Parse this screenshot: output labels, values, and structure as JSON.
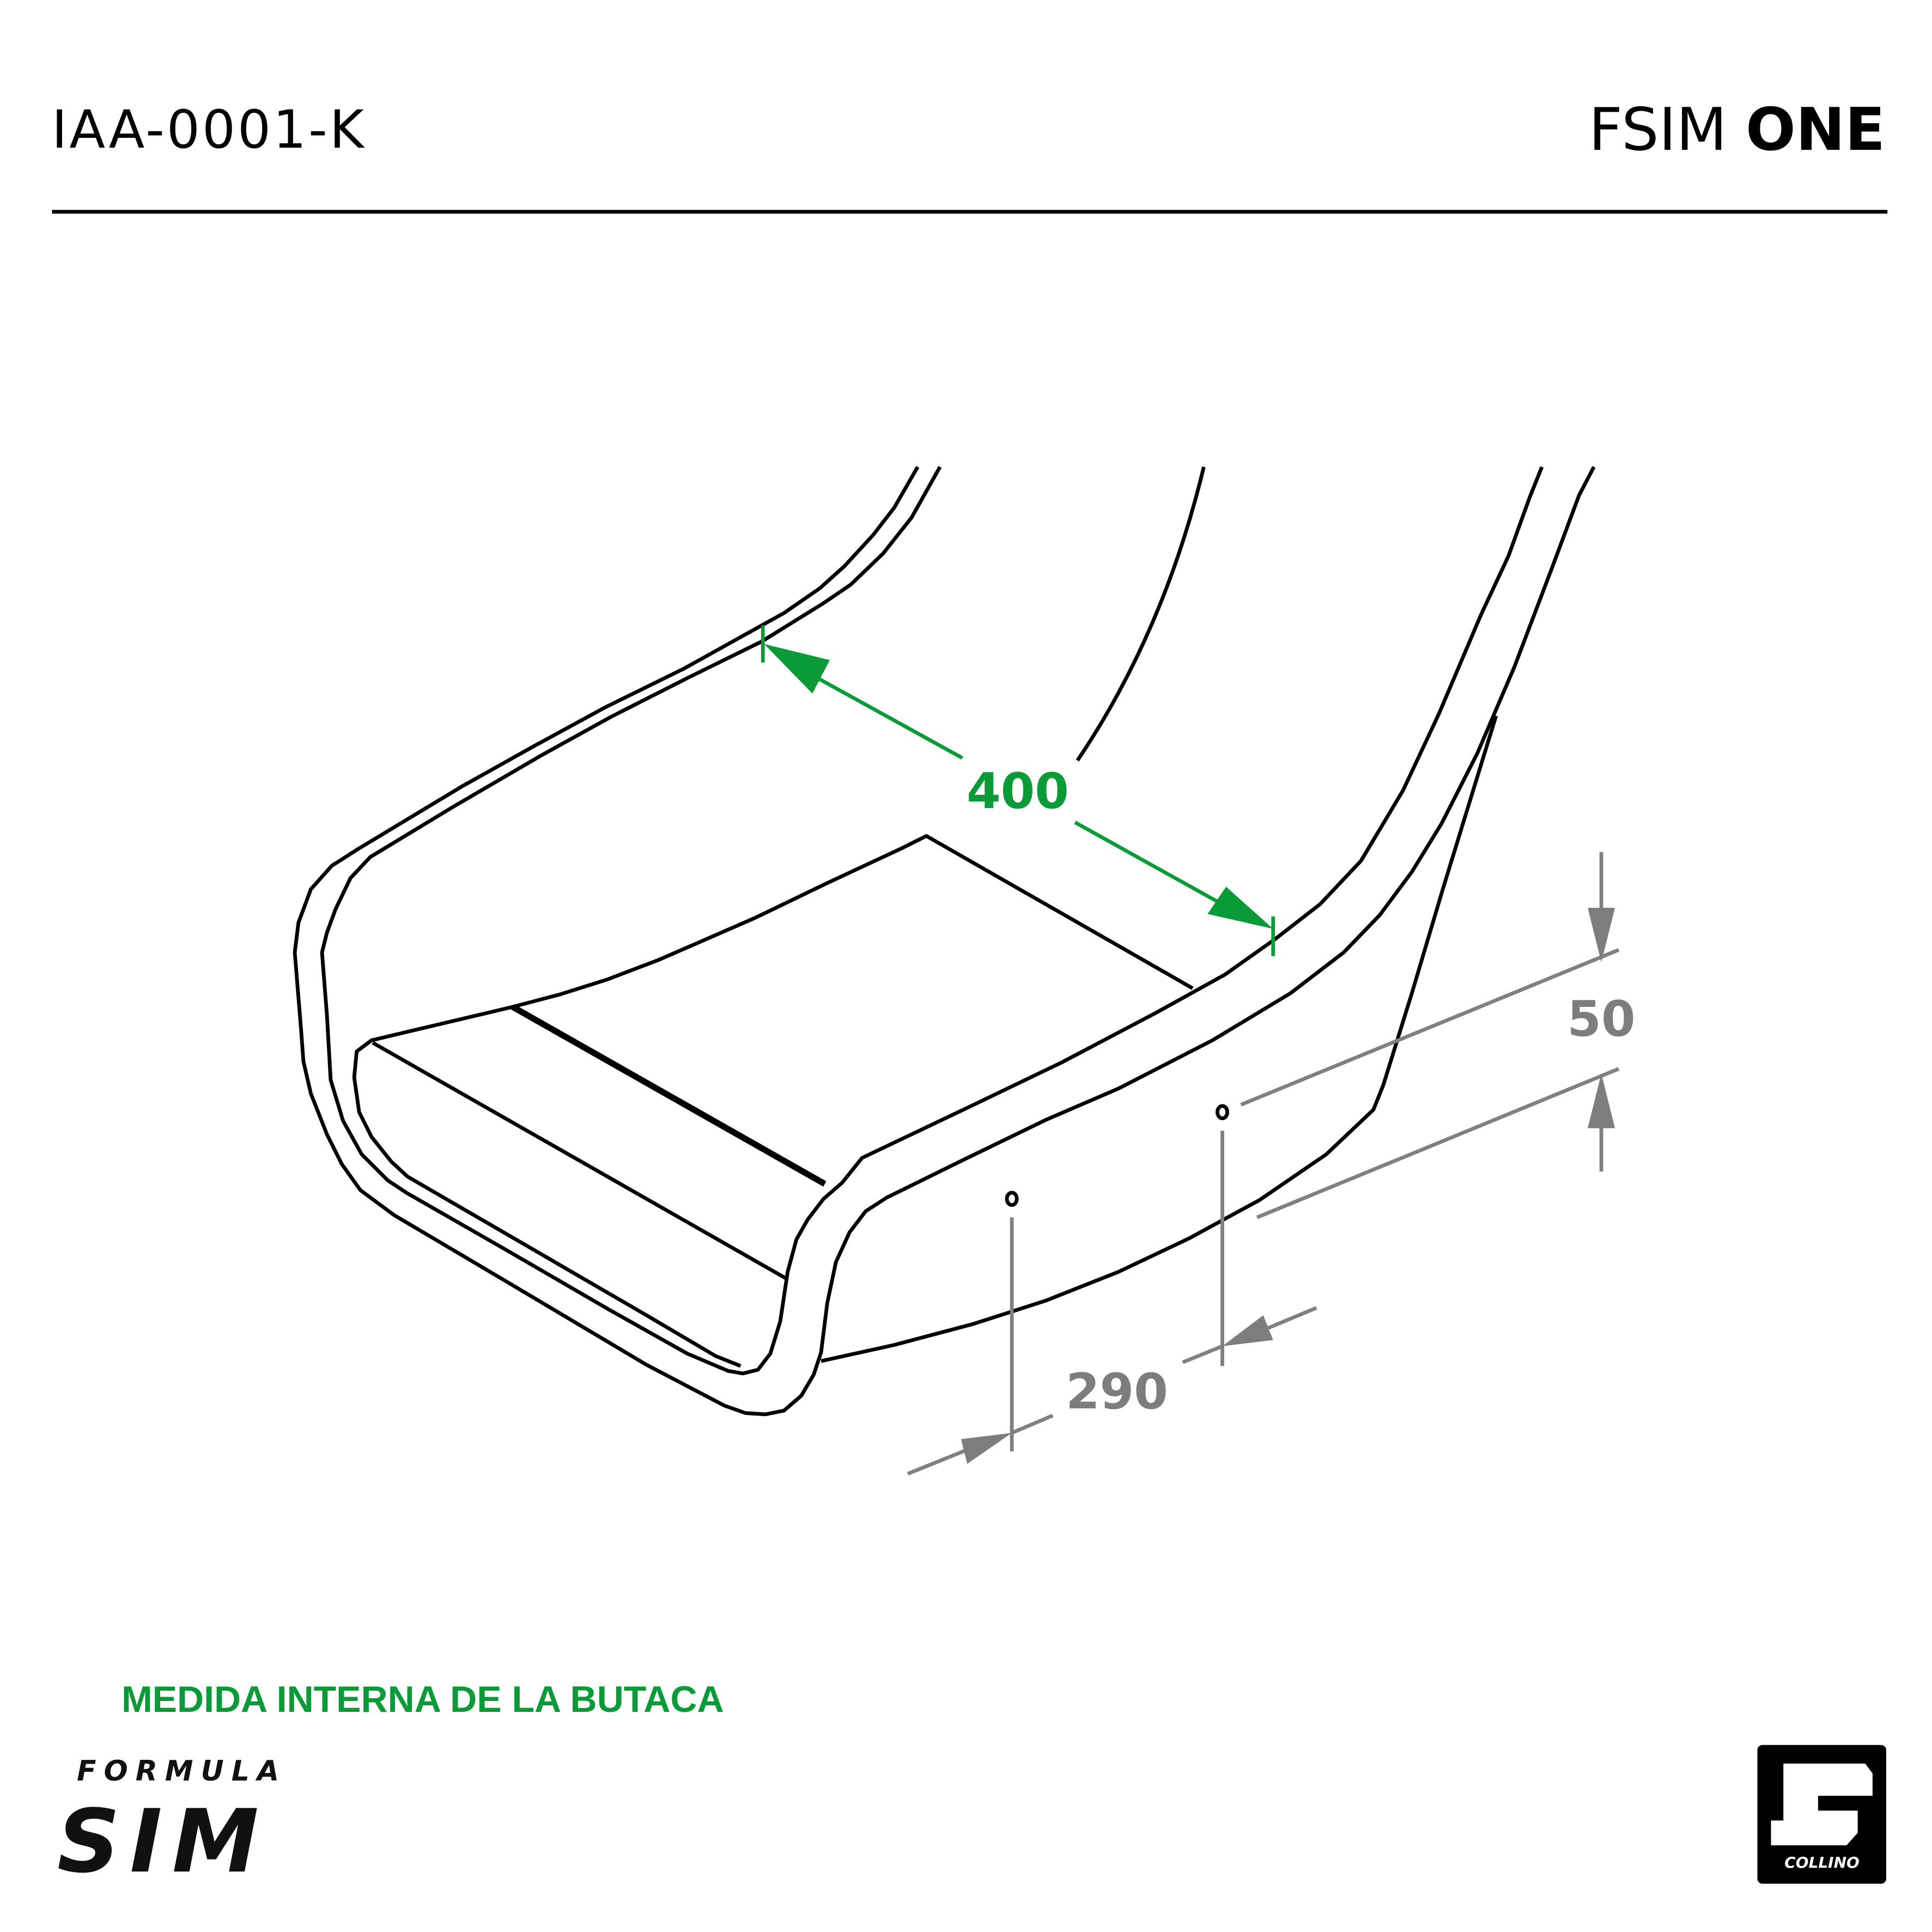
{
  "header": {
    "part_code": "IAA-0001-K",
    "product_light": "FSIM",
    "product_bold": "ONE"
  },
  "dimensions": {
    "width_label": "400",
    "hole_spacing_label": "290",
    "hole_height_label": "50"
  },
  "footer": {
    "note": "MEDIDA INTERNA DE LA BUTACA",
    "logo_left_top": "FORMULA",
    "logo_left_bottom": "SIM",
    "logo_right": "COLLINO"
  },
  "colors": {
    "accent": "#0a9a37",
    "dimension_gray": "#7d7d7d"
  }
}
